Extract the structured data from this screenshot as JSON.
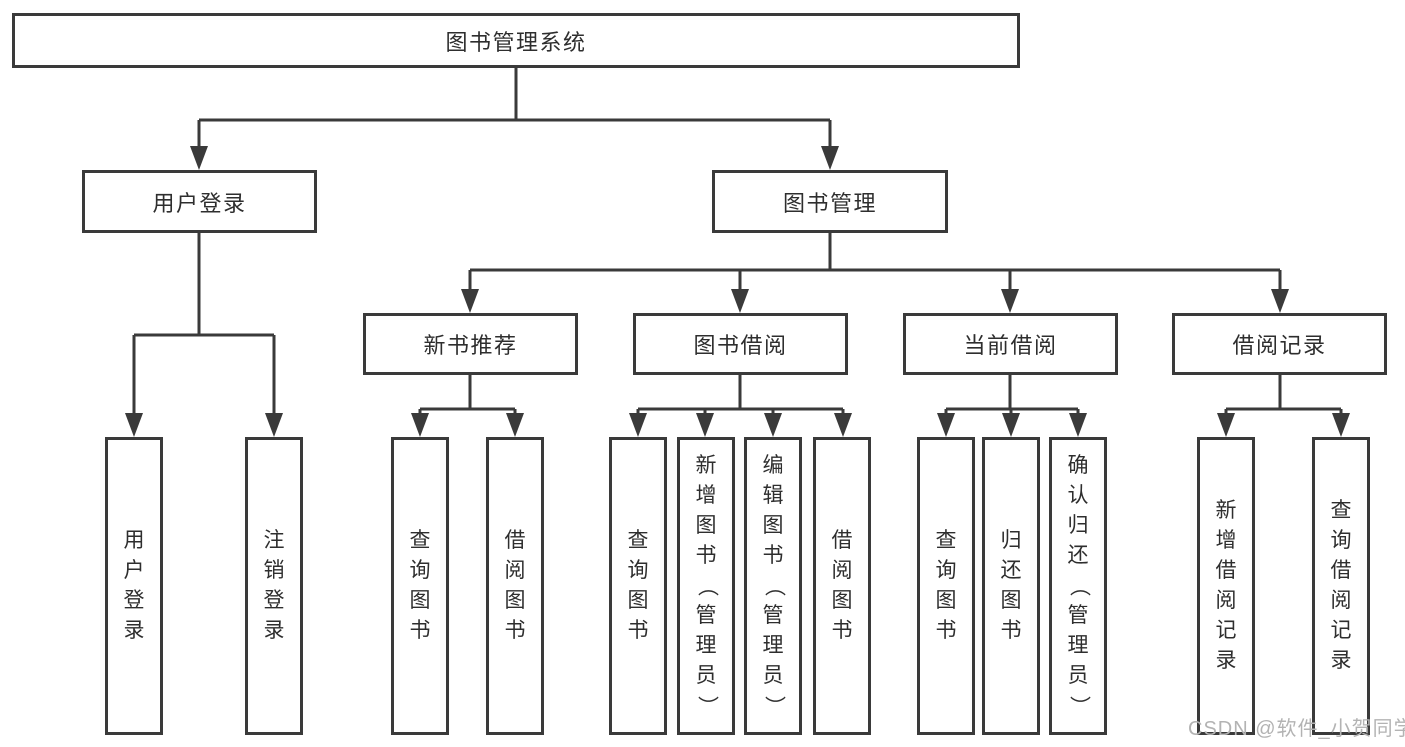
{
  "diagram": {
    "root": "图书管理系统",
    "branches": [
      {
        "label": "用户登录",
        "children": [
          "用户登录",
          "注销登录"
        ]
      },
      {
        "label": "图书管理",
        "groups": [
          {
            "label": "新书推荐",
            "children": [
              "查询图书",
              "借阅图书"
            ]
          },
          {
            "label": "图书借阅",
            "children": [
              "查询图书",
              "新增图书（管理员）",
              "编辑图书（管理员）",
              "借阅图书"
            ]
          },
          {
            "label": "当前借阅",
            "children": [
              "查询图书",
              "归还图书",
              "确认归还（管理员）"
            ]
          },
          {
            "label": "借阅记录",
            "children": [
              "新增借阅记录",
              "查询借阅记录"
            ]
          }
        ]
      }
    ]
  },
  "watermark": "CSDN @软件_小贺同学",
  "colors": {
    "line": "#3a3a3a",
    "text": "#2e2e2e",
    "watermark": "#b3b3b3",
    "background": "#ffffff"
  }
}
